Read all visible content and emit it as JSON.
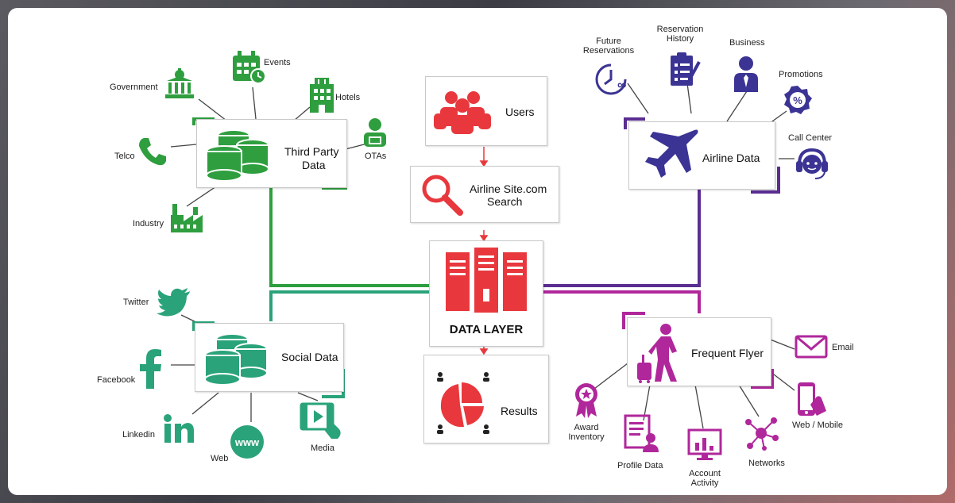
{
  "colors": {
    "green": "#2e9e3e",
    "teal": "#2aa37a",
    "red": "#e8383d",
    "purple": "#5a2d91",
    "magenta": "#b0279b",
    "blue": "#3b3494"
  },
  "center": {
    "users": "Users",
    "search_line1": "Airline Site.com",
    "search_line2": "Search",
    "data_layer": "DATA LAYER",
    "results": "Results"
  },
  "third_party": {
    "title_line1": "Third Party",
    "title_line2": "Data",
    "sources": {
      "government": "Government",
      "events": "Events",
      "hotels": "Hotels",
      "otas": "OTAs",
      "telco": "Telco",
      "industry": "Industry"
    }
  },
  "social": {
    "title": "Social Data",
    "sources": {
      "twitter": "Twitter",
      "facebook": "Facebook",
      "linkedin": "Linkedin",
      "web": "Web",
      "media": "Media"
    }
  },
  "airline": {
    "title": "Airline Data",
    "sources": {
      "future_l1": "Future",
      "future_l2": "Reservations",
      "history_l1": "Reservation",
      "history_l2": "History",
      "business": "Business",
      "promotions": "Promotions",
      "call_center": "Call Center"
    }
  },
  "frequent_flyer": {
    "title": "Frequent Flyer",
    "sources": {
      "email": "Email",
      "web_mobile": "Web / Mobile",
      "networks": "Networks",
      "account_l1": "Account",
      "account_l2": "Activity",
      "profile": "Profile Data",
      "award_l1": "Award",
      "award_l2": "Inventory"
    }
  }
}
